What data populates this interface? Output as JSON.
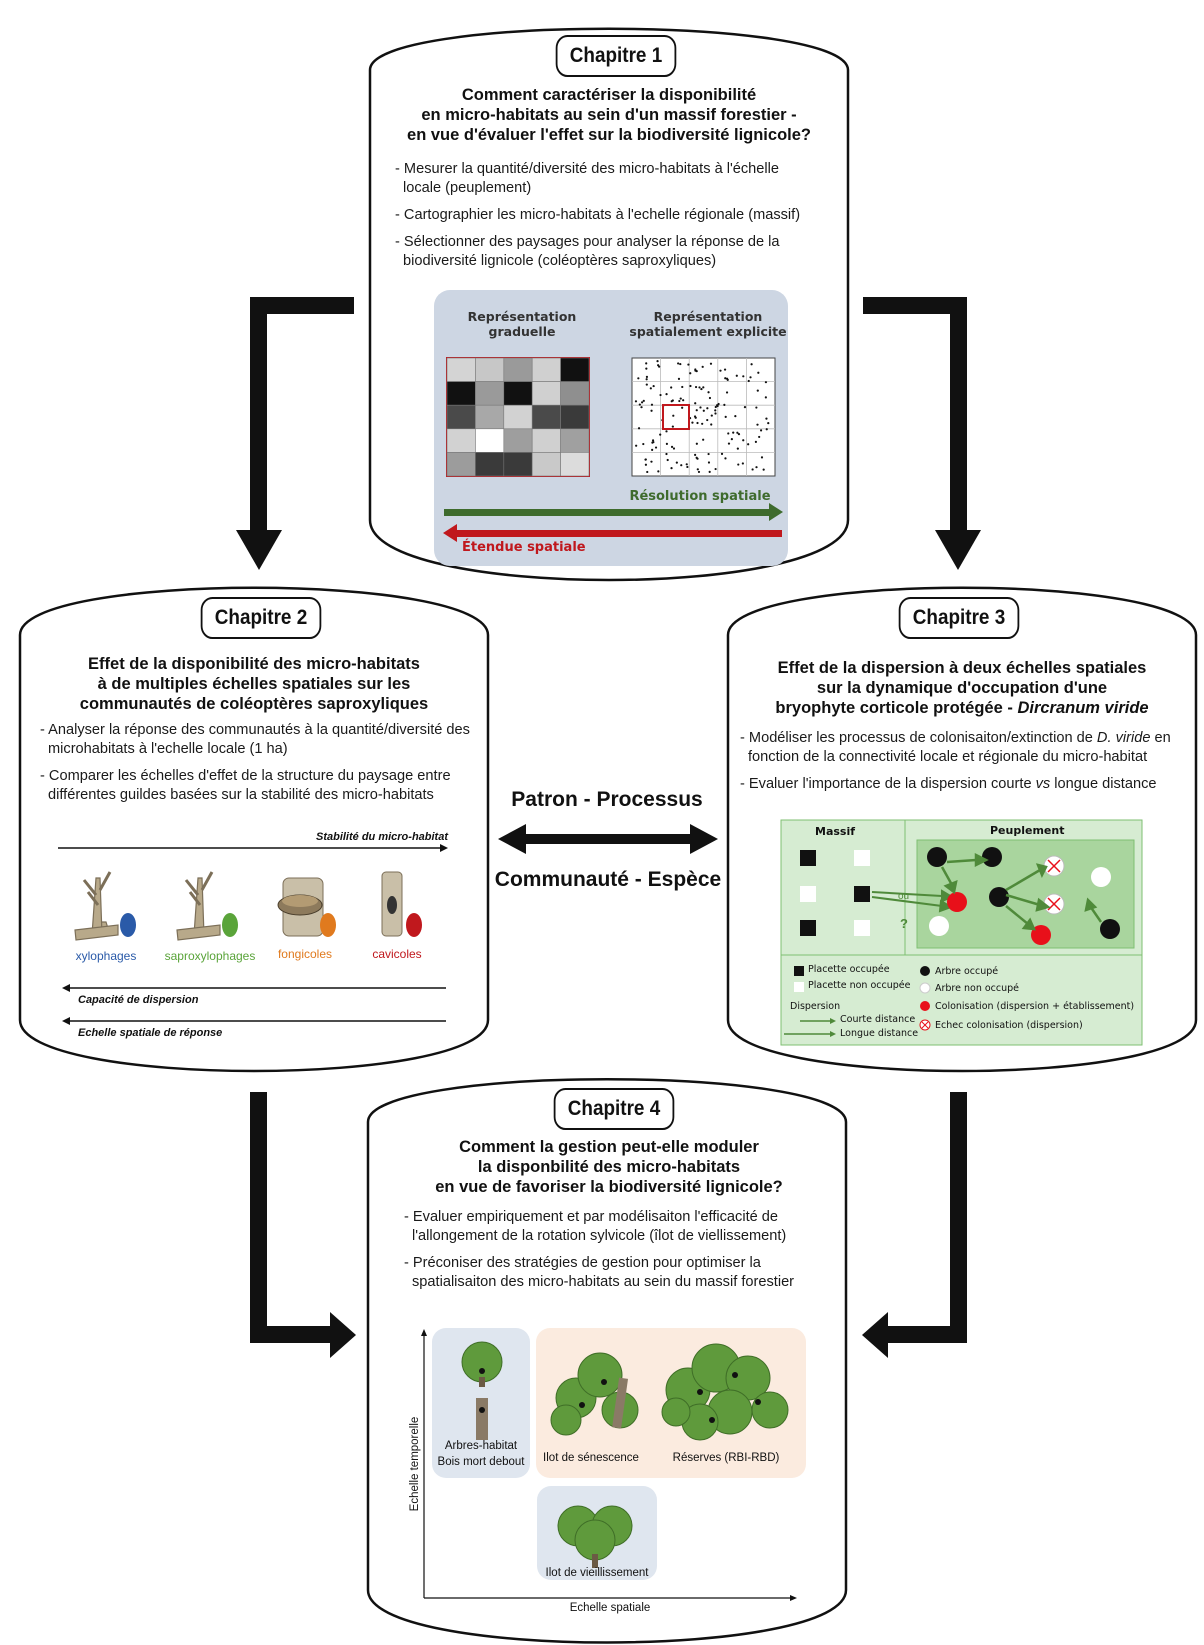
{
  "chapter1": {
    "label": "Chapitre 1",
    "question_lines": [
      "Comment caractériser la disponibilité",
      "en micro-habitats au sein d'un massif forestier -",
      "en vue d'évaluer l'effet sur la biodiversité lignicole?"
    ],
    "bullets": [
      "- Mesurer la quantité/diversité des micro-habitats à l'échelle locale (peuplement)",
      "- Cartographier les micro-habitats à l'echelle régionale (massif)",
      "- Sélectionner des paysages pour analyser la réponse de la biodiversité lignicole (coléoptères saproxyliques)"
    ],
    "figure": {
      "left_title": "Représentation graduelle",
      "right_title": "Représentation spatialement explicite",
      "resolution_label": "Résolution spatiale",
      "extent_label": "Étendue spatiale",
      "colors": {
        "panel": "#cdd6e3",
        "green": "#3e6b2d",
        "red": "#c0181d"
      }
    }
  },
  "chapter2": {
    "label": "Chapitre 2",
    "question_lines": [
      "Effet de la disponibilité des micro-habitats",
      "à de multiples échelles spatiales sur les",
      "communautés de coléoptères saproxyliques"
    ],
    "bullets": [
      "- Analyser la réponse des communautés à la quantité/diversité des microhabitats à l'echelle locale (1 ha)",
      "- Comparer les échelles d'effet de la structure du paysage entre différentes guildes basées sur la stabilité des micro-habitats"
    ],
    "stability_label": "Stabilité du micro-habitat",
    "guilds": [
      {
        "name": "xylophages",
        "color": "#2a5aa8"
      },
      {
        "name": "saproxylophages",
        "color": "#5aa43a"
      },
      {
        "name": "fongicoles",
        "color": "#e07a1e"
      },
      {
        "name": "cavicoles",
        "color": "#c0181d"
      }
    ],
    "dispersal_label": "Capacité de dispersion",
    "response_label": "Echelle spatiale de réponse"
  },
  "chapter3": {
    "label": "Chapitre 3",
    "question_lines": [
      "Effet de la dispersion à deux échelles spatiales",
      "sur la dynamique d'occupation d'une",
      "bryophyte corticole protégée - "
    ],
    "question_italic": "Dircranum viride",
    "bullets": [
      {
        "pre": "- Modéliser les processus de colonisaiton/extinction de ",
        "em": "D. viride",
        "post": " en fonction de la connectivité locale et régionale du micro-habitat"
      },
      {
        "pre": "- Evaluer l'importance de la dispersion courte ",
        "em": "vs",
        "post": " longue distance"
      }
    ],
    "figure": {
      "massif_label": "Massif",
      "peuplement_label": "Peuplement",
      "ou_label": "ou",
      "question_mark": "?",
      "legend": {
        "placette_occupee": "Placette occupée",
        "placette_non_occupee": "Placette non occupée",
        "dispersion": "Dispersion",
        "courte": "Courte distance",
        "longue": "Longue distance",
        "arbre_occupe": "Arbre occupé",
        "arbre_non_occupe": "Arbre non occupé",
        "colonisation": "Colonisation (dispersion + établissement)",
        "echec": "Echec colonisation (dispersion)"
      },
      "colors": {
        "panel": "#d6ecd2",
        "inner": "#a9d59e",
        "arrow": "#4f8a3a",
        "red": "#e8101a"
      }
    }
  },
  "middle": {
    "top": "Patron - Processus",
    "bottom": "Communauté - Espèce"
  },
  "chapter4": {
    "label": "Chapitre 4",
    "question_lines": [
      "Comment la gestion peut-elle moduler",
      "la disponbilité des micro-habitats",
      "en vue de favoriser la biodiversité lignicole?"
    ],
    "bullets": [
      "- Evaluer empiriquement et par modélisaiton l'efficacité de l'allongement de la rotation sylvicole (îlot de viellissement)",
      "- Préconiser des stratégies de gestion pour optimiser la spatialisaiton des micro-habitats au sein du massif forestier"
    ],
    "figure": {
      "arbres_habitat": "Arbres-habitat",
      "bois_mort": "Bois mort debout",
      "senescence": "Ilot de sénescence",
      "reserves": "Réserves (RBI-RBD)",
      "vieillissement": "Ilot de vieillissement",
      "y_axis": "Echelle temporelle",
      "x_axis": "Echelle spatiale",
      "colors": {
        "blue_panel": "#dfe6ef",
        "peach_panel": "#fbebdf",
        "tree": "#5f9a3c"
      }
    }
  }
}
